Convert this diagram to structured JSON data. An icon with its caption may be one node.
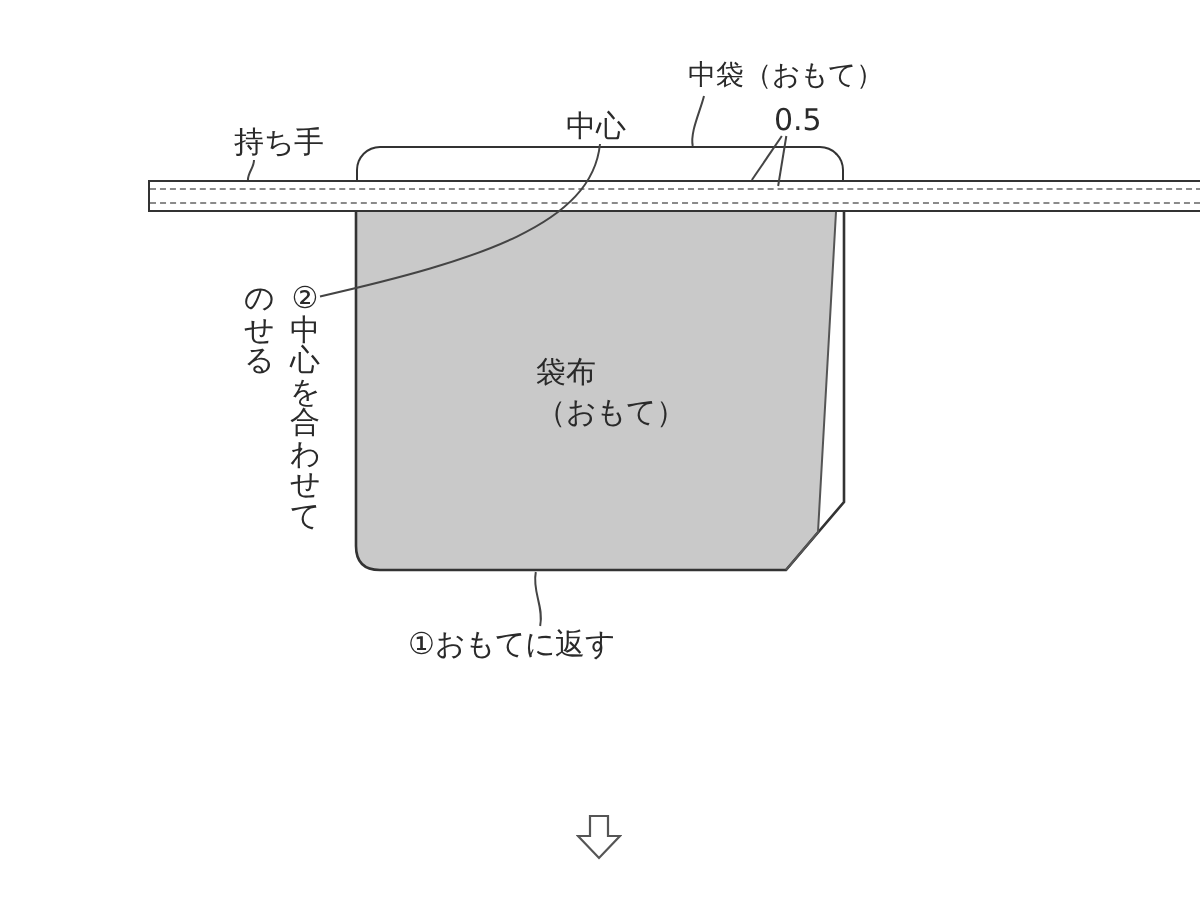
{
  "diagram": {
    "nodes": [
      {
        "text": [
          "中袋（おもて）"
        ]
      },
      {
        "text": [
          "中心"
        ]
      },
      {
        "text": [
          "0.5"
        ]
      },
      {
        "text": [
          "持ち手"
        ]
      },
      {
        "text": [],
        "shape": "box"
      },
      {
        "text": [],
        "shape": "bar"
      },
      {
        "text": [],
        "shape": "line",
        "in": 5
      },
      {
        "text": [
          "袋布（おもて）"
        ]
      },
      {
        "text": [
          "②中心を合わせてのせる"
        ]
      },
      {
        "text": [
          "①おもてに返す"
        ]
      }
    ],
    "edges": [
      {
        "from": 0,
        "to": 4,
        "arrow": "none"
      },
      {
        "from": 2,
        "to": 5,
        "arrow": "none"
      },
      {
        "from": 2,
        "to": 6,
        "arrow": "none"
      },
      {
        "from": 3,
        "to": 5,
        "arrow": "none"
      },
      {
        "from": 8,
        "to": 1,
        "arrow": "none"
      },
      {
        "from": 9,
        "to": 7,
        "arrow": "none"
      }
    ]
  }
}
